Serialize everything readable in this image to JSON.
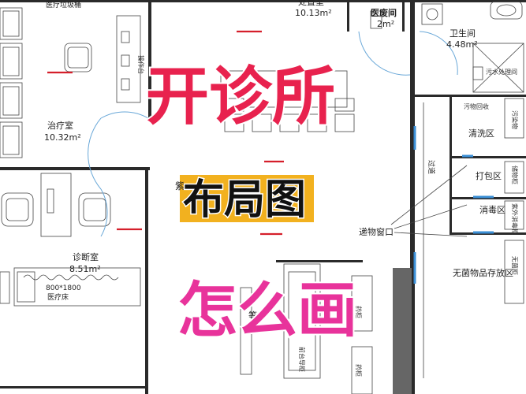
{
  "rooms": {
    "medical_waste_bin": "医疗垃圾桶",
    "treatment_room_name": "治疗室",
    "treatment_room_area": "10.32m²",
    "disposal_room_name": "处置室",
    "disposal_room_area": "10.13m²",
    "medical_waste_room_name": "医废间",
    "medical_waste_room_area": "2m²",
    "toilet_name": "卫生间",
    "toilet_area": "4.48m²",
    "sewage_label": "污水处理间",
    "dirty_recycle": "污物回收",
    "wash_area": "清洗区",
    "packing_area": "打包区",
    "disinfect_area": "消毒区",
    "sterile_storage": "无菌物品存放区",
    "corridor": "过道",
    "pass_window": "递物窗口",
    "diagnosis_room_name": "诊断室",
    "diagnosis_room_area": "8.51m²",
    "bed_size": "800*1800",
    "bed_label": "医疗床",
    "waiting_partial": "等待",
    "purple_partial": "紫",
    "cabinet_medicine": "药柜",
    "cabinet_front": "前台导柜",
    "cabinet_left": "操作台",
    "cabinet_right_1": "污染物",
    "cabinet_right_2": "储物柜",
    "cabinet_right_3": "紫外消毒柜",
    "cabinet_right_4": "无菌柜"
  },
  "headline": {
    "line1": "开诊所",
    "line2": "布局图",
    "line3": "怎么画"
  },
  "colors": {
    "headline_red": "#e8224e",
    "headline_pink": "#e8339b",
    "label_yellow": "#f2b11f",
    "red_mark": "#d51f2b",
    "door_blue": "#6aa8d8"
  }
}
